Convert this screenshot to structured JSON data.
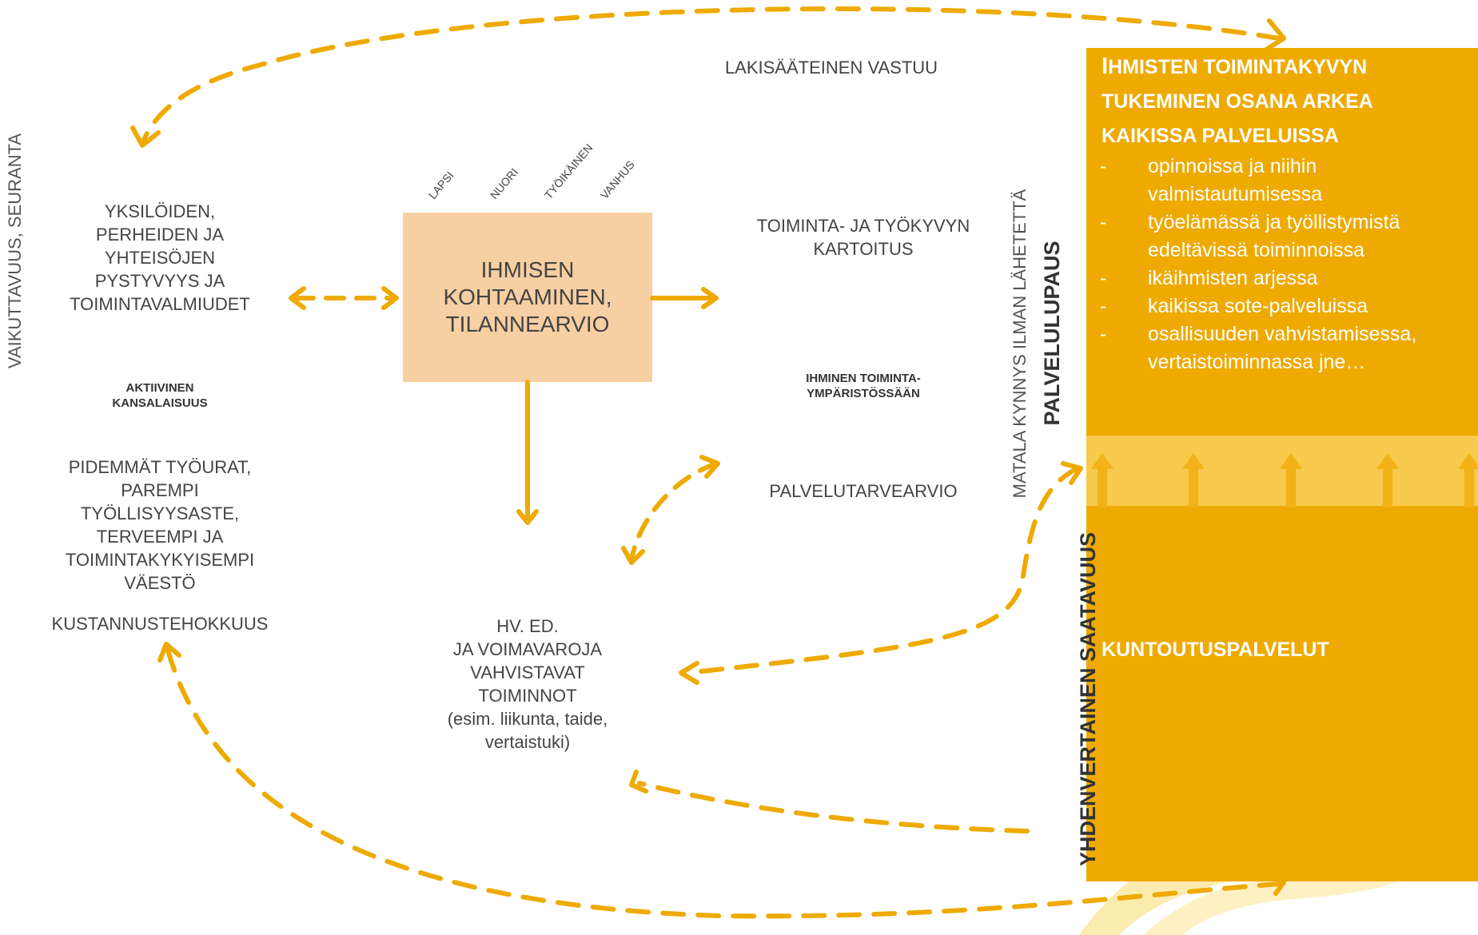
{
  "colors": {
    "accent": "#eeaa00",
    "box": "#f6cfa2",
    "band": "#f7c94c",
    "text": "#444444"
  },
  "top_label": "LAKISÄÄTEINEN VASTUU",
  "left_vertical": "VAIKUTTAVUUS, SEURANTA",
  "left_outcome": [
    "YKSILÖIDEN,",
    "PERHEIDEN JA",
    "YHTEISÖJEN",
    "PYSTYVYYS JA",
    "TOIMINTAVALMIUDET"
  ],
  "active_citizenship": [
    "AKTIIVINEN",
    "KANSALAISUUS"
  ],
  "careers": [
    "PIDEMMÄT TYÖURAT,",
    "PAREMPI",
    "TYÖLLISYYSASTE,",
    "TERVEEMPI JA",
    "TOIMINTAKYKYISEMPI",
    "VÄESTÖ"
  ],
  "cost": "KUSTANNUSTEHOKKUUS",
  "life_stages": [
    "LAPSI",
    "NUORI",
    "TYÖIKÄINEN",
    "VANHUS"
  ],
  "central": [
    "IHMISEN",
    "KOHTAAMINEN,",
    "TILANNEARVIO"
  ],
  "assessment": [
    "TOIMINTA- JA TYÖKYVYN",
    "KARTOITUS"
  ],
  "environment": [
    "IHMINEN TOIMINTA-",
    "YMPÄRISTÖSSÄÄN"
  ],
  "service_need": "PALVELUTARVEARVIO",
  "activities": [
    "HV. ED.",
    "JA VOIMAVAROJA",
    "VAHVISTAVAT",
    "TOIMINNOT",
    "(esim. liikunta, taide,",
    "vertaistuki)"
  ],
  "low_threshold": "MATALA KYNNYS ILMAN LÄHETETTÄ",
  "service_promise": "PALVELULUPAUS",
  "equal_access": "YHDENVERTAINEN SAATAVUUS",
  "panel": {
    "heading_first_letter": "I",
    "heading_line1_rest": "HMISTEN TOIMINTAKYVYN",
    "heading_line2": "TUKEMINEN OSANA ARKEA",
    "heading_line3": "KAIKISSA PALVELUISSA",
    "items": [
      "opinnoissa ja niihin valmistautumisessa",
      "työelämässä ja työllistymistä edeltävissä toiminnoissa",
      "ikäihmisten arjessa",
      "kaikissa sote-palveluissa",
      "osallisuuden vahvistamisessa, vertaistoiminnassa jne…"
    ],
    "rehab": "KUNTOUTUSPALVELUT"
  }
}
